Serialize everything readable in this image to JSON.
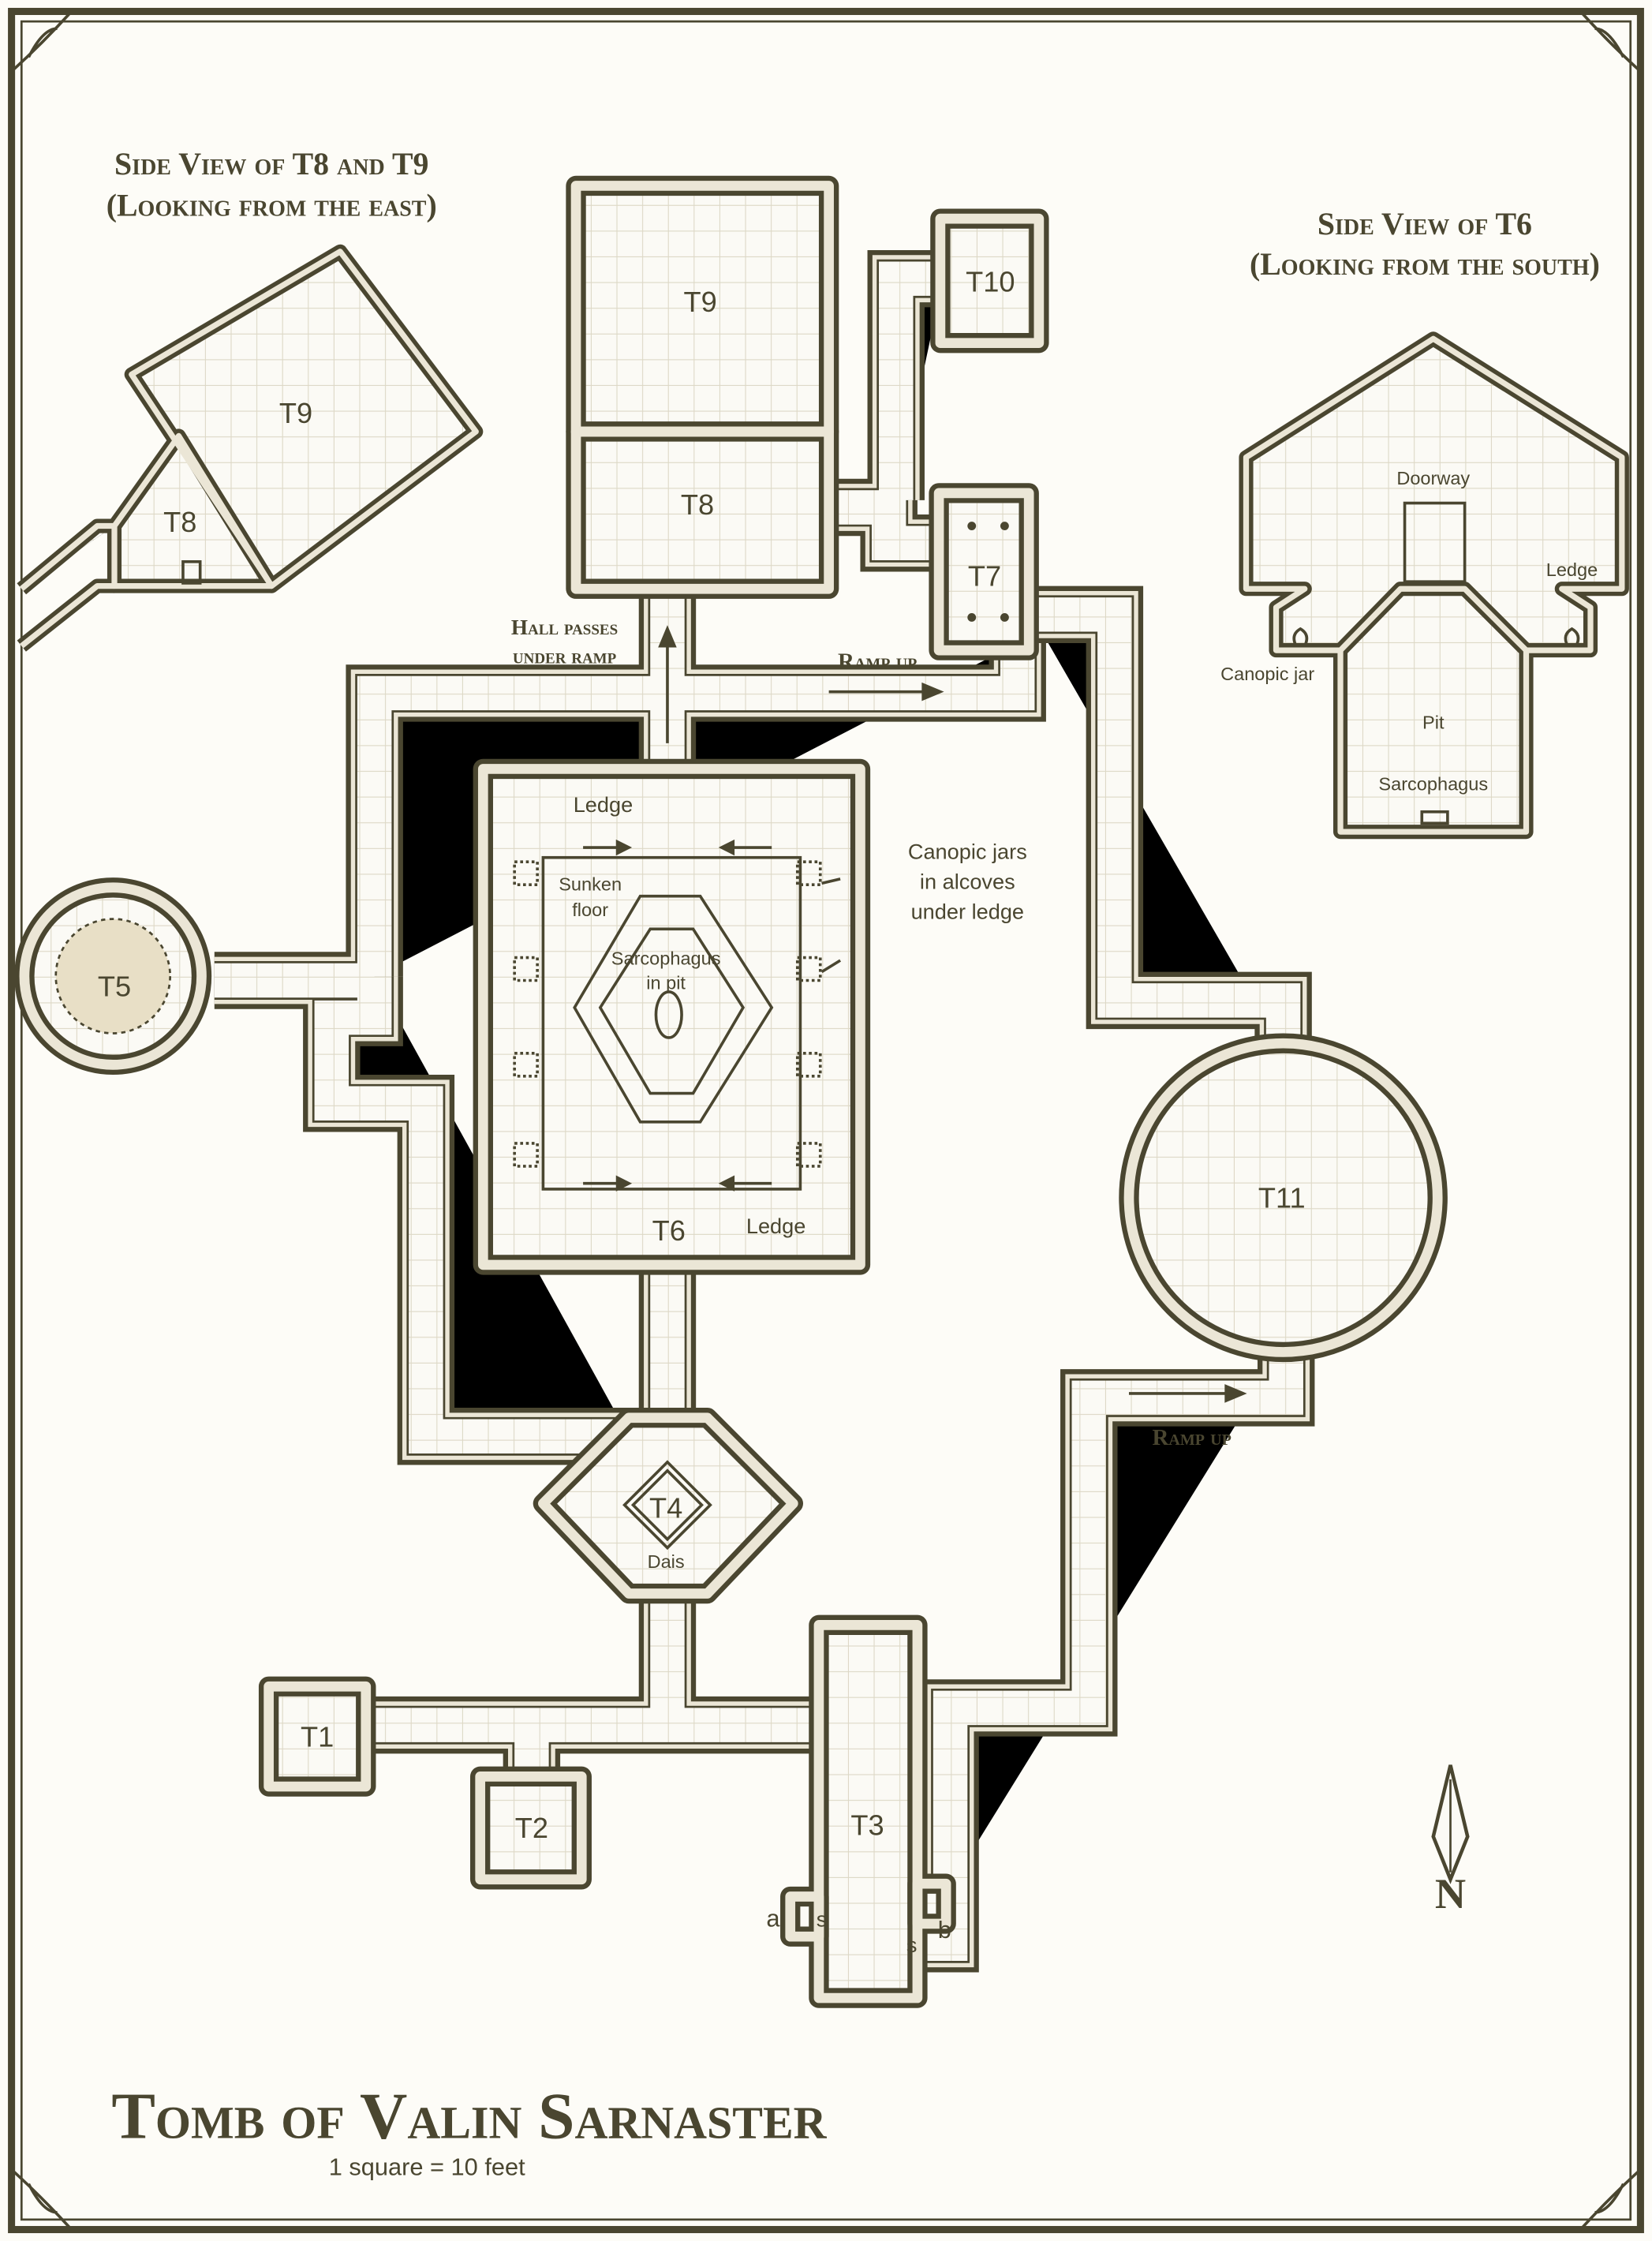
{
  "title": "Tomb of Valin Sarnaster",
  "scale": "1 square = 10 feet",
  "colors": {
    "ink": "#4a4630",
    "paper": "#fdfcf7",
    "grid": "#ddd8c6"
  },
  "side_view_t8_t9": {
    "title_line1": "Side View of T8 and T9",
    "title_line2": "(Looking from the east)",
    "t9": "T9",
    "t8": "T8"
  },
  "side_view_t6": {
    "title_line1": "Side View of T6",
    "title_line2": "(Looking from the south)",
    "doorway": "Doorway",
    "ledge": "Ledge",
    "canopic_jar": "Canopic jar",
    "pit": "Pit",
    "sarcophagus": "Sarcophagus"
  },
  "rooms": {
    "t1": "T1",
    "t2": "T2",
    "t3": "T3",
    "t4": "T4",
    "t5": "T5",
    "t6": "T6",
    "t7": "T7",
    "t8": "T8",
    "t9": "T9",
    "t10": "T10",
    "t11": "T11"
  },
  "labels": {
    "hall_passes_1": "Hall passes",
    "hall_passes_2": "under ramp",
    "ramp_up_north": "Ramp up",
    "ramp_up_east": "Ramp up",
    "ledge_north": "Ledge",
    "ledge_south": "Ledge",
    "sunken_1": "Sunken",
    "sunken_2": "floor",
    "sarc_1": "Sarcophagus",
    "sarc_2": "in pit",
    "canopic_1": "Canopic jars",
    "canopic_2": "in alcoves",
    "canopic_3": "under ledge",
    "dais": "Dais",
    "secret_a": "a",
    "secret_b": "b",
    "secret_s1": "s",
    "secret_s2": "s"
  },
  "compass": {
    "north": "N"
  }
}
